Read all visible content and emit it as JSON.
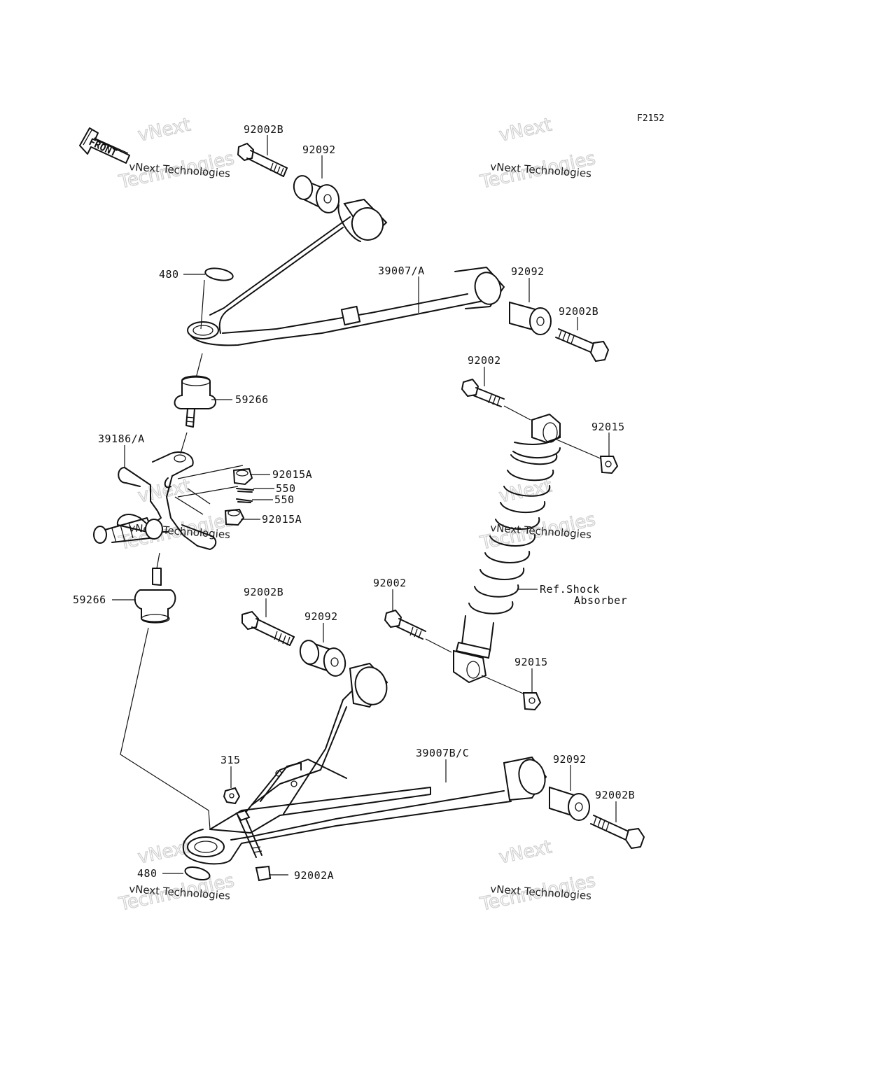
{
  "figure_code": "F2152",
  "front_label": "FRONT",
  "labels": [
    {
      "id": "92002B-top",
      "text": "92002B"
    },
    {
      "id": "92092-top",
      "text": "92092"
    },
    {
      "id": "480-top",
      "text": "480"
    },
    {
      "id": "39007A",
      "text": "39007/A"
    },
    {
      "id": "92092-right-top",
      "text": "92092"
    },
    {
      "id": "92002B-right-top",
      "text": "92002B"
    },
    {
      "id": "59266-top",
      "text": "59266"
    },
    {
      "id": "92002-shock-top",
      "text": "92002"
    },
    {
      "id": "92015-shock-top",
      "text": "92015"
    },
    {
      "id": "39186A",
      "text": "39186/A"
    },
    {
      "id": "92015A-1",
      "text": "92015A"
    },
    {
      "id": "550-1",
      "text": "550"
    },
    {
      "id": "550-2",
      "text": "550"
    },
    {
      "id": "92015A-2",
      "text": "92015A"
    },
    {
      "id": "59266-bottom",
      "text": "59266"
    },
    {
      "id": "92002B-lower",
      "text": "92002B"
    },
    {
      "id": "92092-lower",
      "text": "92092"
    },
    {
      "id": "92002-shock-bottom",
      "text": "92002"
    },
    {
      "id": "ref-shock-1",
      "text": "Ref.Shock"
    },
    {
      "id": "ref-shock-2",
      "text": "Absorber"
    },
    {
      "id": "92015-shock-bottom",
      "text": "92015"
    },
    {
      "id": "315",
      "text": "315"
    },
    {
      "id": "39007BC",
      "text": "39007B/C"
    },
    {
      "id": "92092-right-bottom",
      "text": "92092"
    },
    {
      "id": "92002B-right-bottom",
      "text": "92002B"
    },
    {
      "id": "480-bottom",
      "text": "480"
    },
    {
      "id": "92002A",
      "text": "92002A"
    }
  ],
  "watermark": {
    "line1": "vNext Technologies",
    "line2": "vNext",
    "line3": "Technologies"
  }
}
